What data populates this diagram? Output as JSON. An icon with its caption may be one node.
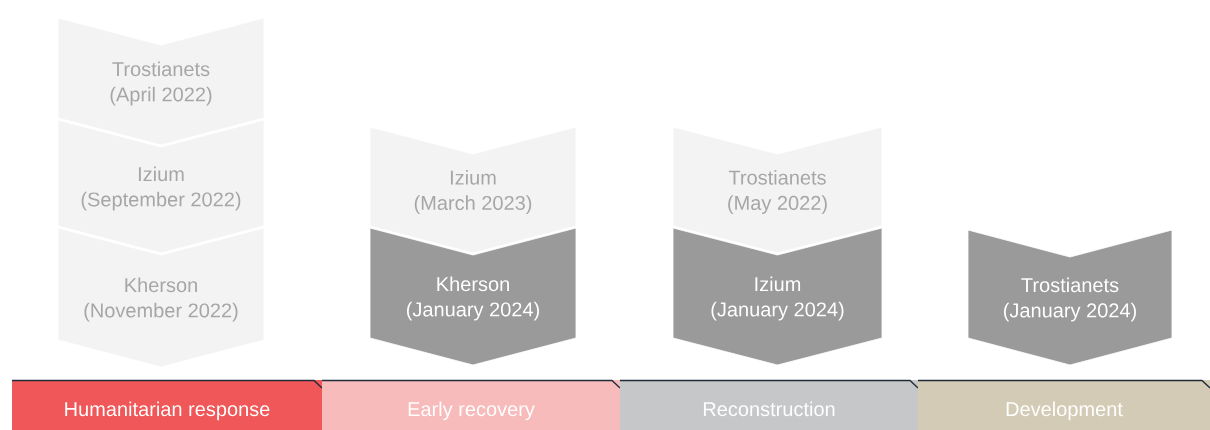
{
  "diagram": {
    "nodes": [
      {
        "text": [
          "Trostianets",
          "(April 2022)"
        ]
      },
      {
        "text": [
          "Izium",
          "(September 2022)"
        ]
      },
      {
        "text": [
          "Kherson",
          "(November 2022)"
        ]
      },
      {
        "text": [
          "Izium",
          "(March 2023)"
        ]
      },
      {
        "text": [
          "Kherson",
          "(January 2024)"
        ]
      },
      {
        "text": [
          "Trostianets",
          "(May 2022)"
        ]
      },
      {
        "text": [
          "Izium",
          "(January 2024)"
        ]
      },
      {
        "text": [
          "Trostianets",
          "(January 2024)"
        ]
      },
      {
        "text": [
          "Humanitarian response"
        ]
      },
      {
        "text": [
          "Early recovery"
        ]
      },
      {
        "text": [
          "Reconstruction"
        ]
      },
      {
        "text": [
          "Development"
        ]
      }
    ]
  }
}
